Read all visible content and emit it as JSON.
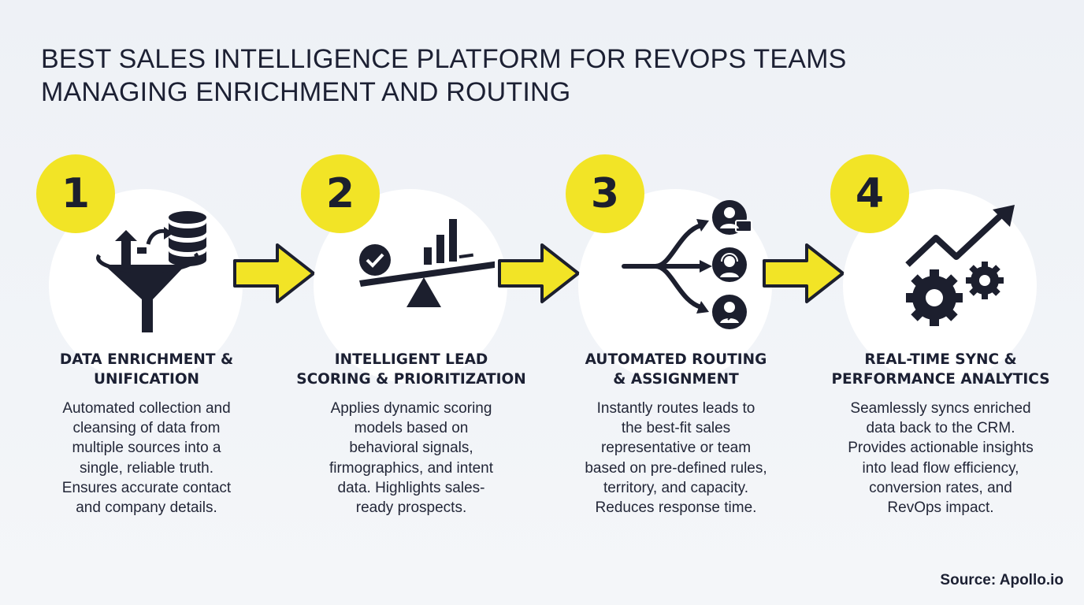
{
  "title": {
    "line1": "BEST SALES INTELLIGENCE PLATFORM FOR REVOPS TEAMS",
    "line2": "MANAGING ENRICHMENT AND ROUTING"
  },
  "steps": [
    {
      "number": "1",
      "icon": "funnel-database-icon",
      "heading": [
        "DATA ENRICHMENT &",
        "UNIFICATION"
      ],
      "description": [
        "Automated collection and",
        "cleansing of data from",
        "multiple sources into a",
        "single, reliable truth.",
        "Ensures accurate contact",
        "and company details."
      ]
    },
    {
      "number": "2",
      "icon": "scale-chart-icon",
      "heading": [
        "INTELLIGENT LEAD",
        "SCORING & PRIORITIZATION"
      ],
      "description": [
        "Applies dynamic scoring",
        "models based on",
        "behavioral signals,",
        "firmographics, and intent",
        "data. Highlights sales-",
        "ready prospects."
      ]
    },
    {
      "number": "3",
      "icon": "routing-people-icon",
      "heading": [
        "AUTOMATED ROUTING",
        "& ASSIGNMENT"
      ],
      "description": [
        "Instantly routes leads to",
        "the best-fit sales",
        "representative or team",
        "based on pre-defined rules,",
        "territory, and capacity.",
        "Reduces response time."
      ]
    },
    {
      "number": "4",
      "icon": "gears-trend-icon",
      "heading": [
        "REAL-TIME SYNC &",
        "PERFORMANCE ANALYTICS"
      ],
      "description": [
        "Seamlessly syncs enriched",
        "data back to the CRM.",
        "Provides actionable insights",
        "into lead flow efficiency,",
        "conversion rates, and",
        "RevOps impact."
      ]
    }
  ],
  "arrow_icon": "right-arrow-icon",
  "source": "Source: Apollo.io",
  "colors": {
    "accent": "#f2e426",
    "ink": "#1c2033",
    "circle": "#ffffff",
    "background": "#f1f3f7"
  }
}
